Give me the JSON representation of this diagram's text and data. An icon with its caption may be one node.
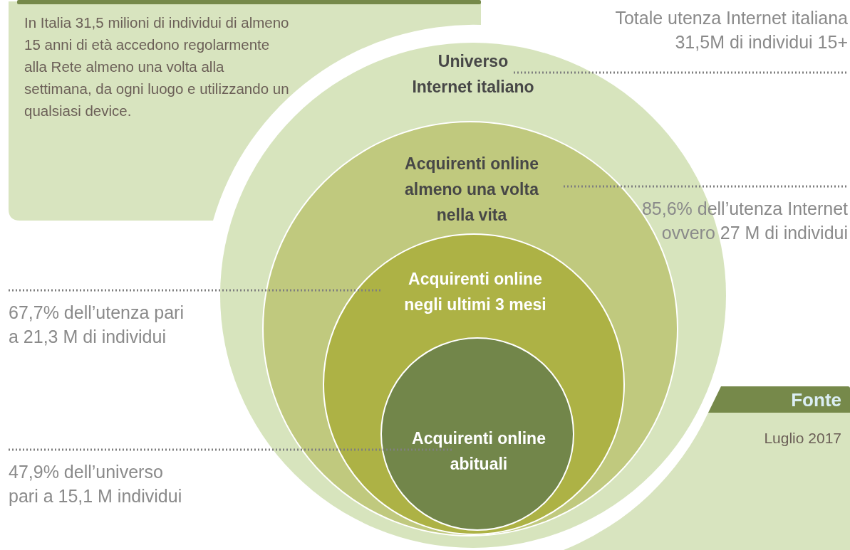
{
  "diagram": {
    "nodes": [
      {
        "text": [
          "Universo Internet italiano"
        ]
      },
      {
        "text": [
          "Acquirenti online almeno una volta nella vita"
        ],
        "in": 0
      },
      {
        "text": [
          "Acquirenti online negli ultimi 3 mesi"
        ],
        "in": 1
      },
      {
        "text": [
          "Acquirenti online abituali"
        ],
        "in": 2
      },
      {
        "text": [
          "Totale utenza Internet italiana 31,5M di individui 15+"
        ]
      },
      {
        "text": [
          "85,6% dell’utenza Internet ovvero 27 M di individui"
        ]
      },
      {
        "text": [
          "67,7% dell’utenza pari a 21,3 M di individui"
        ]
      },
      {
        "text": [
          "47,9% dell’universo pari a 15,1 M individui"
        ]
      },
      {
        "text": [
          "In Italia 31,5 milioni di individui di almeno 15 anni di età accedono regolarmente alla Rete almeno una volta alla settimana, da ogni luogo e utilizzando un qualsiasi device."
        ]
      },
      {
        "text": [
          "Fonte",
          "Luglio 2017"
        ]
      }
    ],
    "edges": [
      {
        "from": 4,
        "to": 0,
        "arrow": "none",
        "style": "dashed"
      },
      {
        "from": 5,
        "to": 1,
        "arrow": "none",
        "style": "dashed"
      },
      {
        "from": 6,
        "to": 2,
        "arrow": "none",
        "style": "dashed"
      },
      {
        "from": 7,
        "to": 3,
        "arrow": "none",
        "style": "dashed"
      }
    ]
  }
}
